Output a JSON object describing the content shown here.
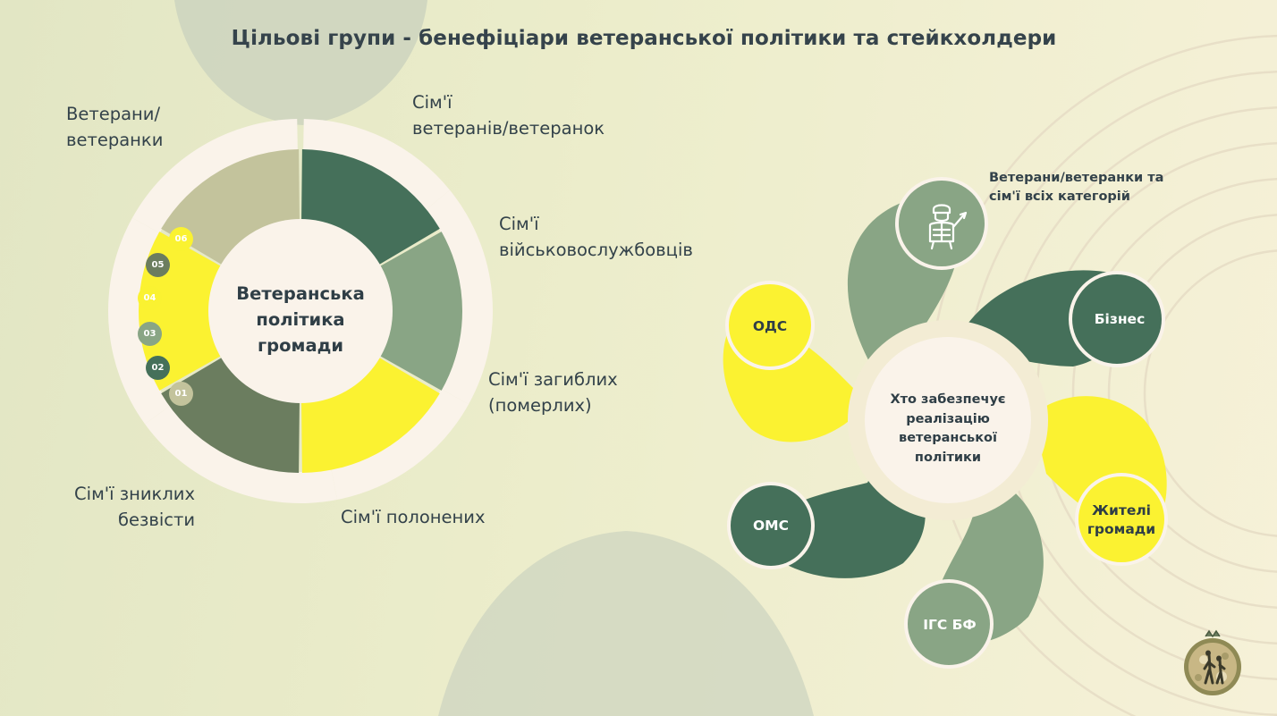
{
  "title": "Цільові групи - бенефіціари ветеранської політики та стейкхолдери",
  "donut": {
    "center_label": "Ветеранська\nполітика\nгромади",
    "segments": [
      {
        "label": "Сім'ї\nветеранів/ветеранок",
        "color": "#45705a"
      },
      {
        "label": "Сім'ї\nвійськовослужбовців",
        "color": "#89a585"
      },
      {
        "label": "Сім'ї загиблих\n(померлих)",
        "color": "#fbf231"
      },
      {
        "label": "Сім'ї полонених",
        "color": "#6b7d5f"
      },
      {
        "label": "Сім'ї зниклих\nбезвісти",
        "color": "#fbf231"
      },
      {
        "label": "Ветерани/\nветеранки",
        "color": "#c3c39c"
      }
    ],
    "ring_color": "#faf3ea"
  },
  "steps": [
    {
      "label": "06",
      "color": "#faf231"
    },
    {
      "label": "05",
      "color": "#6b7d5f"
    },
    {
      "label": "04",
      "color": "#faf231"
    },
    {
      "label": "03",
      "color": "#89a585"
    },
    {
      "label": "02",
      "color": "#45705a"
    },
    {
      "label": "01",
      "color": "#c3c39c"
    }
  ],
  "stakeholders": {
    "center_label": "Хто забезпечує\nреалізацію\nветеранської\nполітики",
    "note": "Ветерани/ветеранки та\nсім'ї всіх категорій",
    "nodes": [
      {
        "label": "Бізнес",
        "color": "#45705a"
      },
      {
        "label": "Жителі\nгромади",
        "color": "#fbf231"
      },
      {
        "label": "ІГС БФ",
        "color": "#89a585"
      },
      {
        "label": "ОМС",
        "color": "#45705a"
      },
      {
        "label": "ОДС",
        "color": "#fbf231"
      }
    ],
    "icon": "soldier-icon"
  },
  "logo": "pomegranate-logo"
}
